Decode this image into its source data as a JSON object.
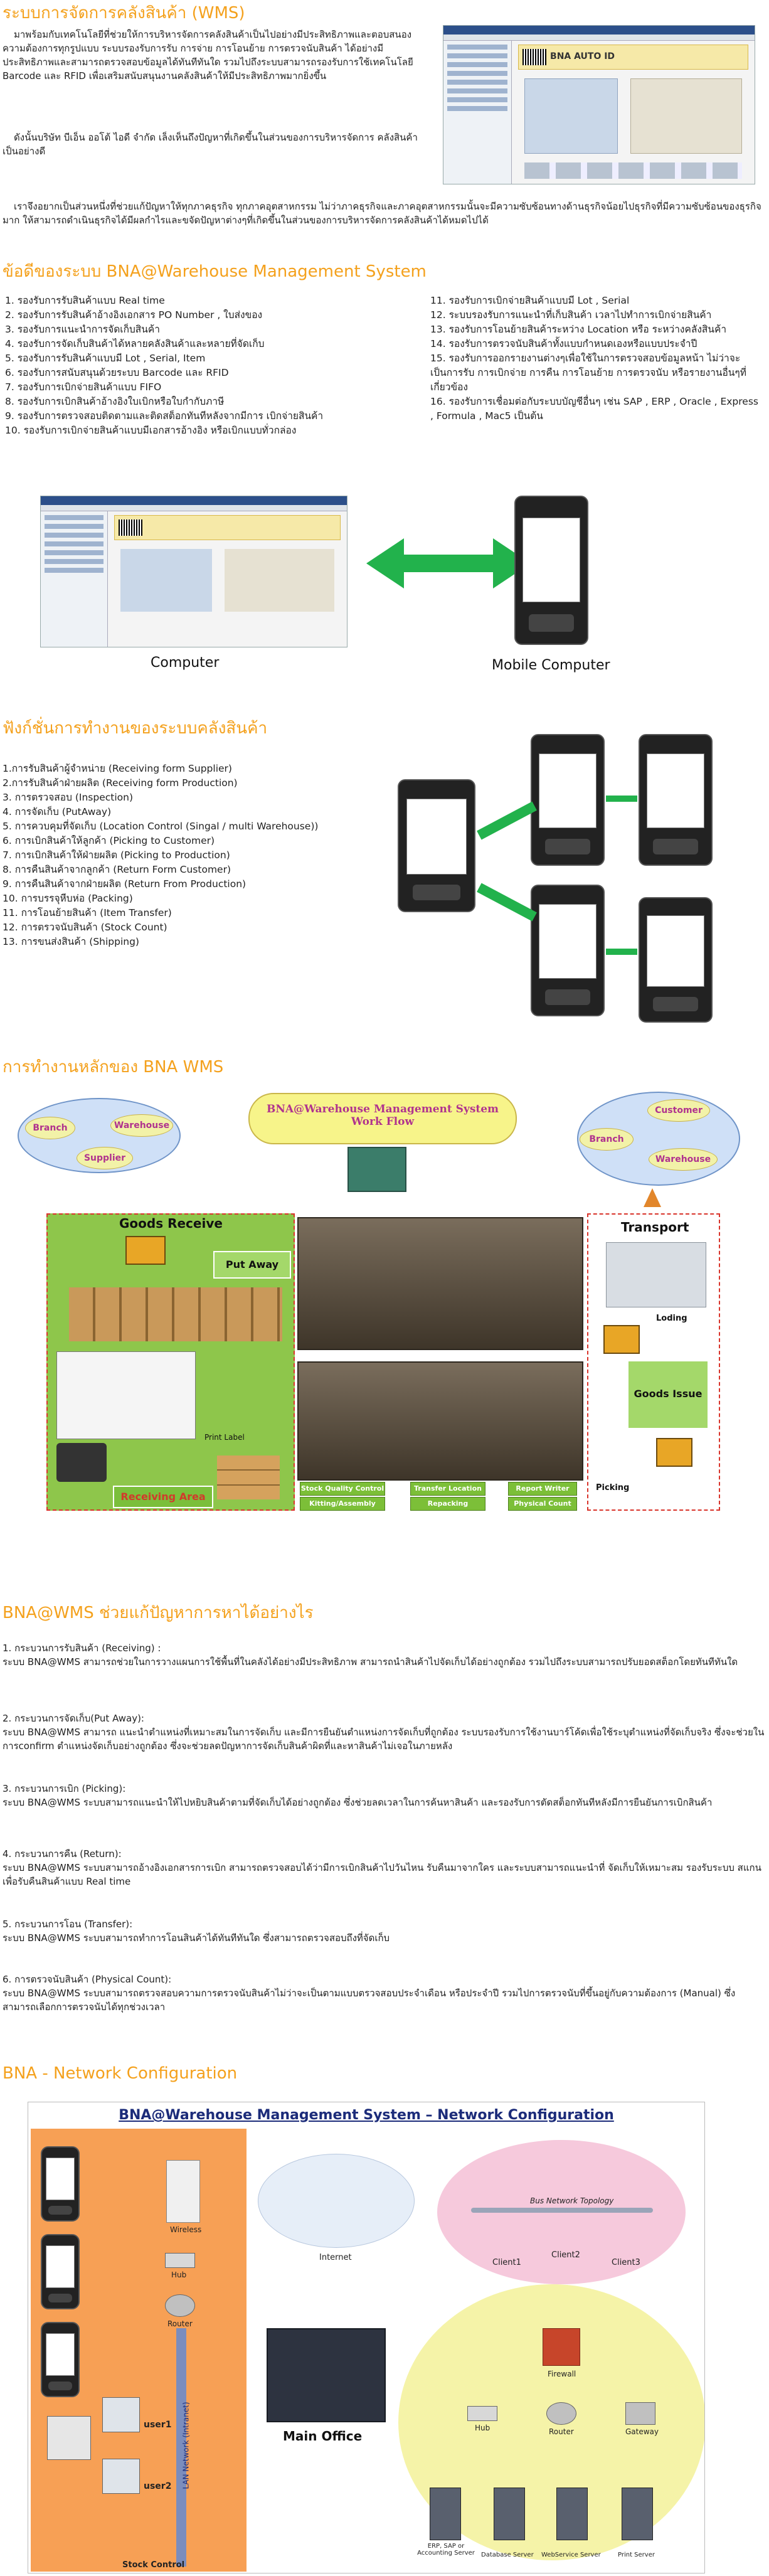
{
  "intro": {
    "title": "ระบบการจัดการคลังสินค้า (WMS)",
    "p1": "มาพร้อมกับเทคโนโลยีที่ช่วยให้การบริหารจัดการคลังสินค้าเป็นไปอย่างมีประสิทธิภาพและตอบสนองความต้องการทุกรูปแบบ ระบบรองรับการรับ การจ่าย การโอนย้าย การตรวจนับสินค้า ได้อย่างมีประสิทธิภาพและสามารถตรวจสอบข้อมูลได้ทันทีทันใด รวมไปถึงระบบสามารถรองรับการใช้เทคโนโลยี Barcode และ RFID เพื่อเสริมสนับสนุนงานคลังสินค้าให้มีประสิทธิภาพมากยิ่งขึ้น",
    "p2": "ดังนั้นบริษัท บีเอ็น ออโต้ ไอดี จำกัด เล็งเห็นถึงปัญหาที่เกิดขึ้นในส่วนของการบริหารจัดการ คลังสินค้าเป็นอย่างดี",
    "p3": "เราจึงอยากเป็นส่วนหนึ่งที่ช่วยแก้ปัญหาให้ทุกภาคธุรกิจ ทุกภาคอุตสาหกรรม ไม่ว่าภาคธุรกิจและภาคอุตสาหกรรมนั้นจะมีความซับซ้อนทางด้านธุรกิจน้อยไปธุรกิจที่มีความซับซ้อนของธุรกิจมาก ให้สามารถดำเนินธุรกิจได้มีผลกำไรและขจัดปัญหาต่างๆที่เกิดขึ้นในส่วนของการบริหารจัดการคลังสินค้าได้หมดไปได้",
    "banner": "BNA AUTO ID"
  },
  "advantages": {
    "title": "ข้อดีของระบบ BNA@Warehouse Management System",
    "left": [
      "1. รองรับการรับสินค้าแบบ Real time",
      "2. รองรับการรับสินค้าอ้างอิงเอกสาร PO Number , ใบส่งของ",
      "3. รองรับการแนะนำการจัดเก็บสินค้า",
      "4. รองรับการจัดเก็บสินค้าได้หลายคลังสินค้าและหลายที่จัดเก็บ",
      "5. รองรับการรับสินค้าแบบมี Lot , Serial, Item",
      "6. รองรับการสนับสนุนด้วยระบบ Barcode และ RFID",
      "7. รองรับการเบิกจ่ายสินค้าแบบ FIFO",
      "8. รองรับการเบิกสินค้าอ้างอิงใบเบิกหรือใบกำกับภาษี",
      "9. รองรับการตรวจสอบติดตามและติดสต็อกทันทีหลังจากมีการ เบิกจ่ายสินค้า",
      "10. รองรับการเบิกจ่ายสินค้าแบบมีเอกสารอ้างอิง หรือเบิกแบบทั่วกล่อง"
    ],
    "right": [
      "11. รองรับการเบิกจ่ายสินค้าแบบมี Lot , Serial",
      "12. ระบบรองรับการแนะนำที่เก็บสินค้า เวลาไปทำการเบิกจ่ายสินค้า",
      "13. รองรับการโอนย้ายสินค้าระหว่าง Location หรือ ระหว่างคลังสินค้า",
      "14. รองรับการตรวจนับสินค้าทั้งแบบกำหนดเองหรือแบบประจำปี",
      "15. รองรับการออกรายงานต่างๆเพื่อใช้ในการตรวจสอบข้อมูลหน้า ไม่ว่าจะเป็นการรับ การเบิกจ่าย การคืน การโอนย้าย การตรวจนับ หรือรายงานอื่นๆที่เกี่ยวข้อง",
      "16. รองรับการเชื่อมต่อกับระบบบัญชีอื่นๆ เช่น SAP , ERP , Oracle , Express , Formula , Mac5 เป็นต้น"
    ],
    "computer_label": "Computer",
    "mobile_label": "Mobile Computer"
  },
  "functions": {
    "title": "ฟังก์ชั่นการทำงานของระบบคลังสินค้า",
    "items": [
      "1.การรับสินค้าผู้จำหน่าย (Receiving form Supplier)",
      "2.การรับสินค้าฝ่ายผลิต (Receiving form Production)",
      "3. การตรวจสอบ (Inspection)",
      "4. การจัดเก็บ (PutAway)",
      "5. การควบคุมที่จัดเก็บ (Location Control (Singal / multi Warehouse))",
      "6. การเบิกสินค้าให้ลูกค้า (Picking to Customer)",
      "7. การเบิกสินค้าให้ฝ่ายผลิต (Picking to Production)",
      "8. การคืนสินค้าจากลูกค้า (Return Form Customer)",
      "9. การคืนสินค้าจากฝ่ายผลิต (Return From Production)",
      "10. การบรรจุหีบห่อ (Packing)",
      "11. การโอนย้ายสินค้า (Item Transfer)",
      "12. การตรวจนับสินค้า (Stock Count)",
      "13. การขนส่งสินค้า (Shipping)"
    ]
  },
  "workflow": {
    "title": "การทำงานหลักของ BNA WMS",
    "banner_line1": "BNA@Warehouse Management System",
    "banner_line2": "Work Flow",
    "left_bubbles": [
      "Branch",
      "Warehouse",
      "Supplier"
    ],
    "right_bubbles": [
      "Customer",
      "Branch",
      "Warehouse"
    ],
    "goods_receive": "Goods Receive",
    "put_away": "Put Away",
    "print_label": "Print Label",
    "receiving_area": "Receiving Area",
    "transport": "Transport",
    "loading": "Loding",
    "goods_issue": "Goods Issue",
    "picking": "Picking",
    "center_tags": [
      "Stock Quality Control",
      "Transfer Location",
      "Report Writer",
      "Kitting/Assembly",
      "Repacking",
      "Physical Count"
    ]
  },
  "solutions": {
    "title": "BNA@WMS ช่วยแก้ปัญหาการหาได้อย่างไร",
    "items": [
      {
        "head": "1. กระบวนการรับสินค้า (Receiving) :",
        "body": "ระบบ BNA@WMS สามารถช่วยในการวางแผนการใช้พื้นที่ในคลังได้อย่างมีประสิทธิภาพ สามารถนำสินค้าไปจัดเก็บได้อย่างถูกต้อง รวมไปถึงระบบสามารถปรับยอดสต็อกโดยทันทีทันใด"
      },
      {
        "head": "2. กระบวนการจัดเก็บ(Put Away):",
        "body": "ระบบ BNA@WMS สามารถ แนะนำตำแหน่งที่เหมาะสมในการจัดเก็บ และมีการยืนยันตำแหน่งการจัดเก็บที่ถูกต้อง ระบบรองรับการใช้งานบาร์โค้ดเพื่อใช้ระบุตำแหน่งที่จัดเก็บจริง ซึ่งจะช่วยในการconfirm ตำแหน่งจัดเก็บอย่างถูกต้อง ซึ่งจะช่วยลดปัญหาการจัดเก็บสินค้าผิดที่และหาสินค้าไม่เจอในภายหลัง"
      },
      {
        "head": "3. กระบวนการเบิก (Picking):",
        "body": "ระบบ BNA@WMS ระบบสามารถแนะนำให้ไปหยิบสินค้าตามที่จัดเก็บได้อย่างถูกต้อง ซึ่งช่วยลดเวลาในการค้นหาสินค้า และรองรับการตัดสต็อกทันทีหลังมีการยืนยันการเบิกสินค้า"
      },
      {
        "head": "4. กระบวนการคืน (Return):",
        "body": "ระบบ BNA@WMS ระบบสามารถอ้างอิงเอกสารการเบิก สามารถตรวจสอบได้ว่ามีการเบิกสินค้าไปวันไหน รับคืนมาจากใคร และระบบสามารถแนะนำที่ จัดเก็บให้เหมาะสม รองรับระบบ สแกนเพื่อรับคืนสินค้าแบบ Real time"
      },
      {
        "head": "5. กระบวนการโอน (Transfer):",
        "body": "ระบบ BNA@WMS ระบบสามารถทำการโอนสินค้าได้ทันทีทันใด ซึ่งสามารถตรวจสอบถึงที่จัดเก็บ"
      },
      {
        "head": "6. การตรวจนับสินค้า (Physical Count):",
        "body": "ระบบ BNA@WMS ระบบสามารถตรวจสอบความการตรวจนับสินค้าไม่ว่าจะเป็นตามแบบตรวจสอบประจำเดือน หรือประจำปี รวมไปการตรวจนับที่ขึ้นอยู่กับความต้องการ (Manual) ซึ่งสามารถเลือกการตรวจนับได้ทุกช่วงเวลา"
      }
    ]
  },
  "network": {
    "title": "BNA - Network Configuration",
    "diagram_title": "BNA@Warehouse Management System – Network Configuration",
    "labels": {
      "wireless": "Wireless",
      "hub": "Hub",
      "router_left": "Router",
      "internet": "Internet",
      "bus": "Bus Network Topology",
      "client1": "Client1",
      "client2": "Client2",
      "client3": "Client3",
      "firewall": "Firewall",
      "hub_right": "Hub",
      "router_right": "Router",
      "gateway": "Gateway",
      "main_office": "Main Office",
      "user1": "user1",
      "user2": "user2",
      "stock_control": "Stock Control",
      "erp": "ERP, SAP or Accounting Server",
      "database": "Database Server",
      "webservice": "WebService Server",
      "print_server": "Print Server",
      "vlan": "LAN Network (Intranet)"
    }
  }
}
